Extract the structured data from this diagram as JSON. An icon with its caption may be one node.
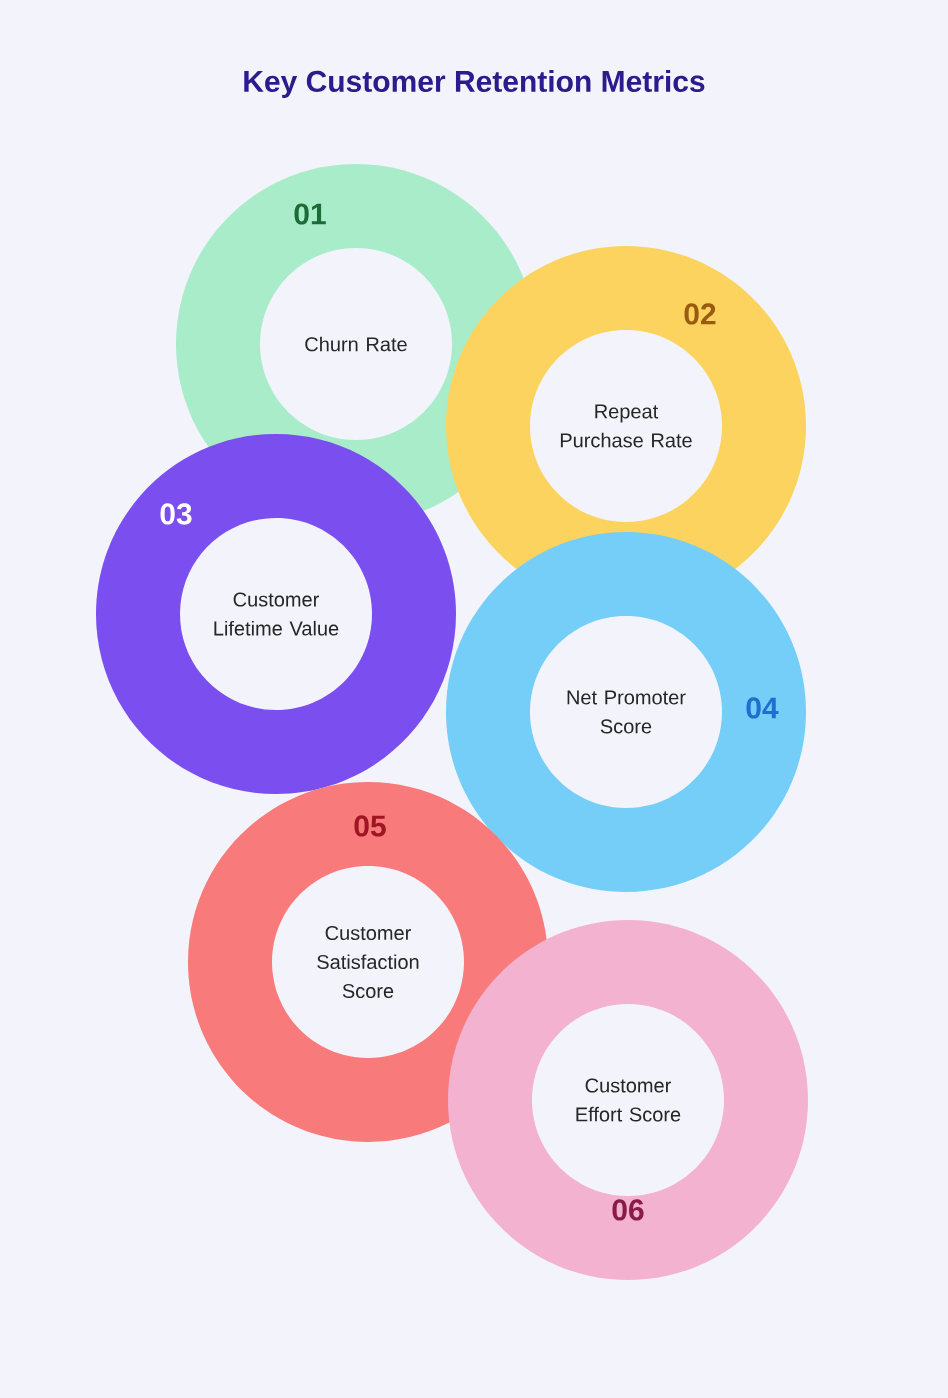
{
  "diagram": {
    "title": "Key Customer Retention Metrics",
    "nodes": [
      {
        "text": [
          "01",
          "Churn Rate"
        ]
      },
      {
        "text": [
          "02",
          "Repeat Purchase Rate"
        ]
      },
      {
        "text": [
          "03",
          "Customer Lifetime Value"
        ]
      },
      {
        "text": [
          "Net Promoter Score",
          "04"
        ]
      },
      {
        "text": [
          "05",
          "Customer Satisfaction Score"
        ]
      },
      {
        "text": [
          "Customer Effort Score",
          "06"
        ]
      }
    ]
  }
}
